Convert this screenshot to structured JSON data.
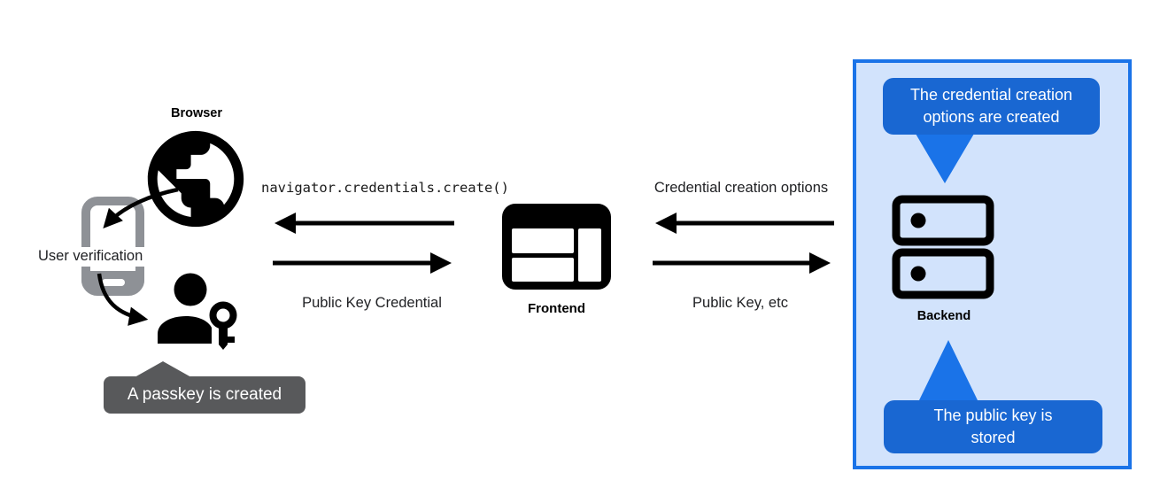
{
  "left": {
    "browser_label": "Browser",
    "user_verification_label": "User verification",
    "passkey_tooltip": "A passkey is created"
  },
  "middle": {
    "code_label": "navigator.credentials.create()",
    "public_key_credential_label": "Public Key Credential",
    "frontend_label": "Frontend"
  },
  "right_flow": {
    "credential_creation_options_label": "Credential creation options",
    "public_key_etc_label": "Public Key, etc"
  },
  "backend_panel": {
    "backend_label": "Backend",
    "bubble_top": {
      "lines": [
        "The credential creation",
        "options are created"
      ]
    },
    "bubble_bottom": {
      "lines": [
        "The public key is",
        "stored"
      ]
    }
  },
  "edges": [
    {
      "from": "Backend",
      "to": "Frontend",
      "direction": "left",
      "label": "Credential creation options"
    },
    {
      "from": "Frontend",
      "to": "Backend",
      "direction": "right",
      "label": "Public Key, etc"
    },
    {
      "from": "Frontend",
      "to": "Browser",
      "direction": "left",
      "label": "navigator.credentials.create()"
    },
    {
      "from": "Browser",
      "to": "Frontend",
      "direction": "right",
      "label": "Public Key Credential"
    },
    {
      "from": "Browser",
      "to": "User verification",
      "direction": "curved-down"
    },
    {
      "from": "User verification",
      "to": "Passkey created",
      "direction": "curved-down"
    }
  ],
  "colors": {
    "bubble_blue": "#1967d2",
    "tail_blue": "#1a73e8",
    "panel_background": "#d2e3fc",
    "panel_border": "#1a73e8",
    "tooltip_gray": "#58595b",
    "phone_gray": "#8e9196",
    "icon_black": "#000000",
    "text_black": "#202124"
  }
}
